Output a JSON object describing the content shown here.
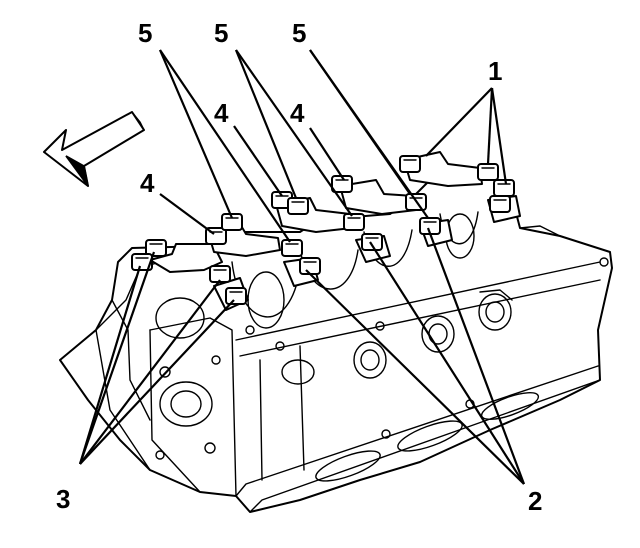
{
  "diagram": {
    "colors": {
      "ink": "#000000",
      "background": "#ffffff"
    },
    "direction_arrow": {
      "icon": "arrow-icon"
    },
    "callouts": {
      "c1": "1",
      "c2": "2",
      "c3": "3",
      "c4a": "4",
      "c4b": "4",
      "c4c": "4",
      "c5a": "5",
      "c5b": "5",
      "c5c": "5"
    }
  }
}
